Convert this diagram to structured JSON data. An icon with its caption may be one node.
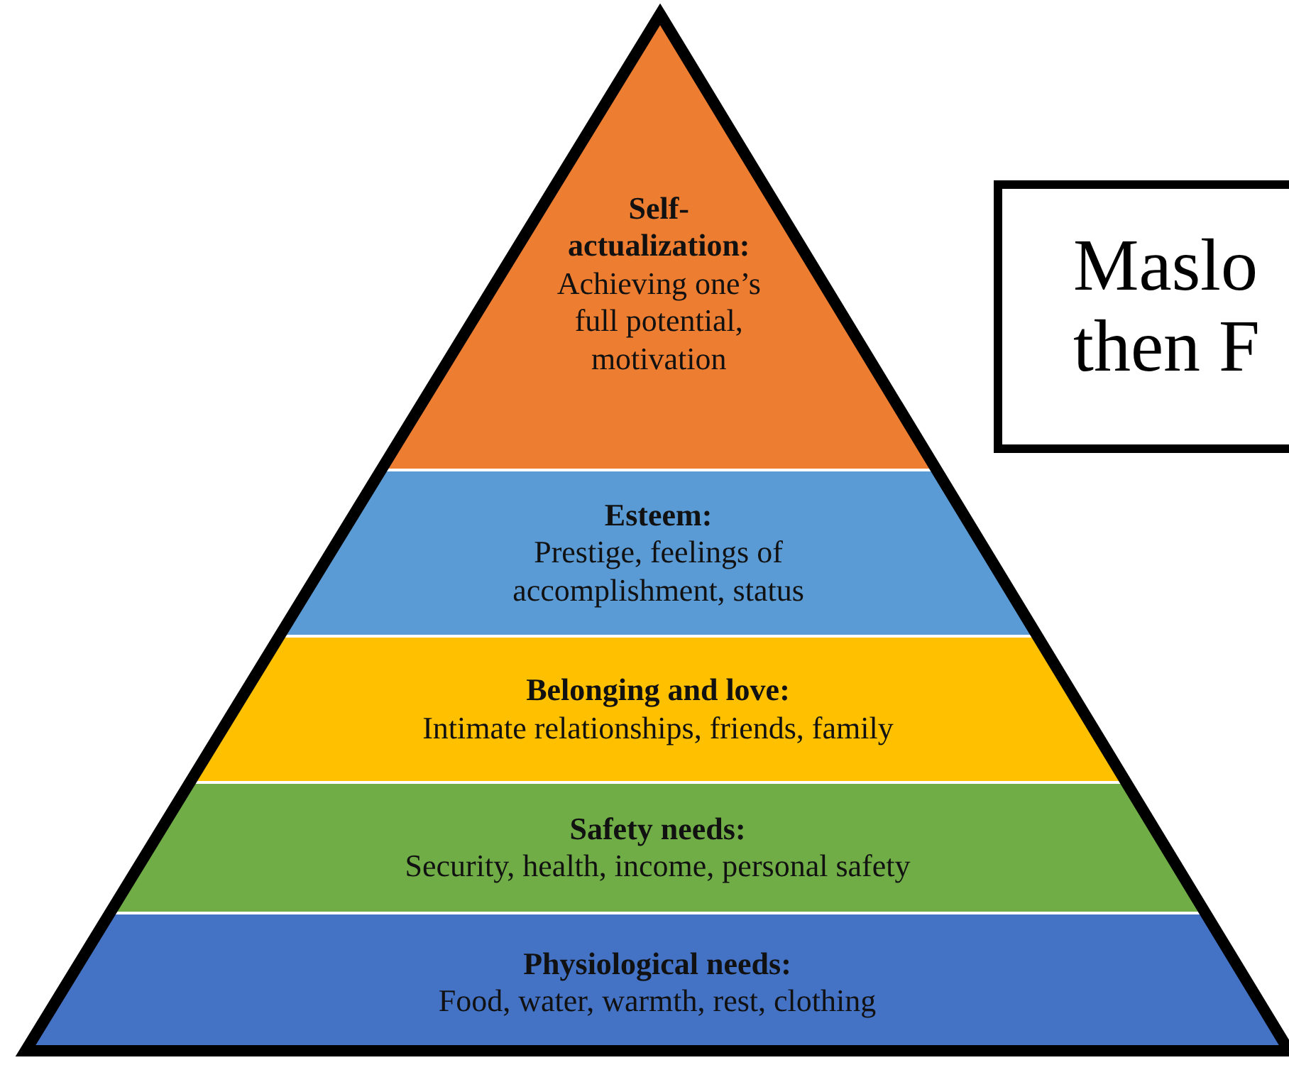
{
  "diagram": {
    "title": "Maslo then F",
    "nodes": [
      {
        "text": [
          "Self-actualization:",
          "Achieving one’s full potential, motivation"
        ]
      },
      {
        "text": [
          "Esteem:",
          "Prestige, feelings of accomplishment, status"
        ]
      },
      {
        "text": [
          "Belonging and love:",
          "Intimate relationships, friends, family"
        ]
      },
      {
        "text": [
          "Safety needs:",
          "Security, health, income, personal safety"
        ]
      },
      {
        "text": [
          "Physiological needs:",
          "Food, water, warmth, rest, clothing"
        ]
      }
    ]
  }
}
